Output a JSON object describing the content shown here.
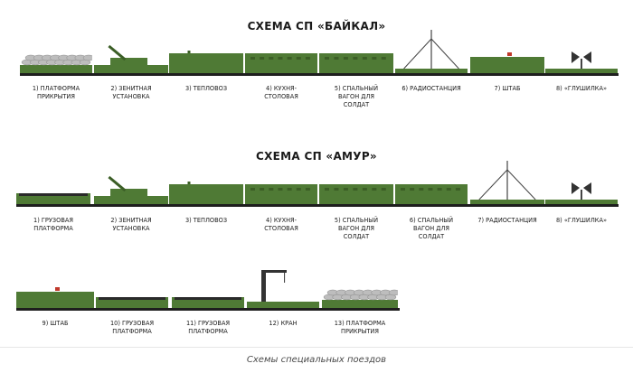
{
  "scheme1": {
    "title": "СХЕМА СП «БАЙКАЛ»",
    "items": [
      {
        "label": "1) ПЛАТФОРМА\nПРИКРЫТИЯ"
      },
      {
        "label": "2) ЗЕНИТНАЯ\nУСТАНОВКА"
      },
      {
        "label": "3) ТЕПЛОВОЗ"
      },
      {
        "label": "4) КУХНЯ-\nСТОЛОВАЯ"
      },
      {
        "label": "5) СПАЛЬНЫЙ\nВАГОН ДЛЯ\nСОЛДАТ"
      },
      {
        "label": "6) РАДИОСТАНЦИЯ"
      },
      {
        "label": "7) ШТАБ"
      },
      {
        "label": "8) «ГЛУШИЛКА»"
      }
    ]
  },
  "scheme2": {
    "title": "СХЕМА СП «АМУР»",
    "items": [
      {
        "label": "1) ГРУЗОВАЯ\nПЛАТФОРМА"
      },
      {
        "label": "2) ЗЕНИТНАЯ\nУСТАНОВКА"
      },
      {
        "label": "3) ТЕПЛОВОЗ"
      },
      {
        "label": "4) КУХНЯ-\nСТОЛОВАЯ"
      },
      {
        "label": "5) СПАЛЬНЫЙ\nВАГОН ДЛЯ\nСОЛДАТ"
      },
      {
        "label": "6) СПАЛЬНЫЙ\nВАГОН ДЛЯ\nСОЛДАТ"
      },
      {
        "label": "7) РАДИОСТАНЦИЯ"
      },
      {
        "label": "8) «ГЛУШИЛКА»"
      },
      {
        "label": "9) ШТАБ"
      },
      {
        "label": "10) ГРУЗОВАЯ\nПЛАТФОРМА"
      },
      {
        "label": "11) ГРУЗОВАЯ\nПЛАТФОРМА"
      },
      {
        "label": "12) КРАН"
      },
      {
        "label": "13) ПЛАТФОРМА\nПРИКРЫТИЯ"
      }
    ]
  },
  "caption": "Схемы специальных поездов",
  "colors": {
    "green": "#4f7a35",
    "green_dark": "#3b5e26",
    "rail": "#1e1e1e",
    "gray": "#bdbdbd",
    "red": "#c0392b"
  }
}
